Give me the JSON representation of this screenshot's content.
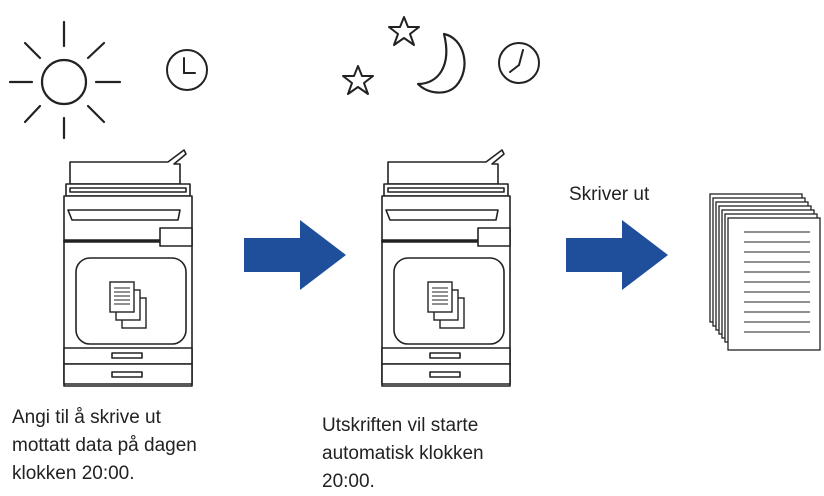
{
  "captions": {
    "left": [
      "Angi til å skrive ut",
      "mottatt data på dagen",
      "klokken 20:00."
    ],
    "middle": [
      "Utskriften vil starte",
      "automatisk klokken",
      "20:00."
    ],
    "print_label": "Skriver ut"
  },
  "icons": {
    "day": "sun-icon",
    "day_clock": "clock-icon",
    "night_moon": "moon-icon",
    "night_stars": "star-icon",
    "night_clock": "clock-icon",
    "printer": "printer-icon",
    "arrow": "arrow-right-icon",
    "paper_stack": "paper-stack-icon"
  },
  "colors": {
    "arrow": "#1f4e9a",
    "line": "#222222"
  }
}
